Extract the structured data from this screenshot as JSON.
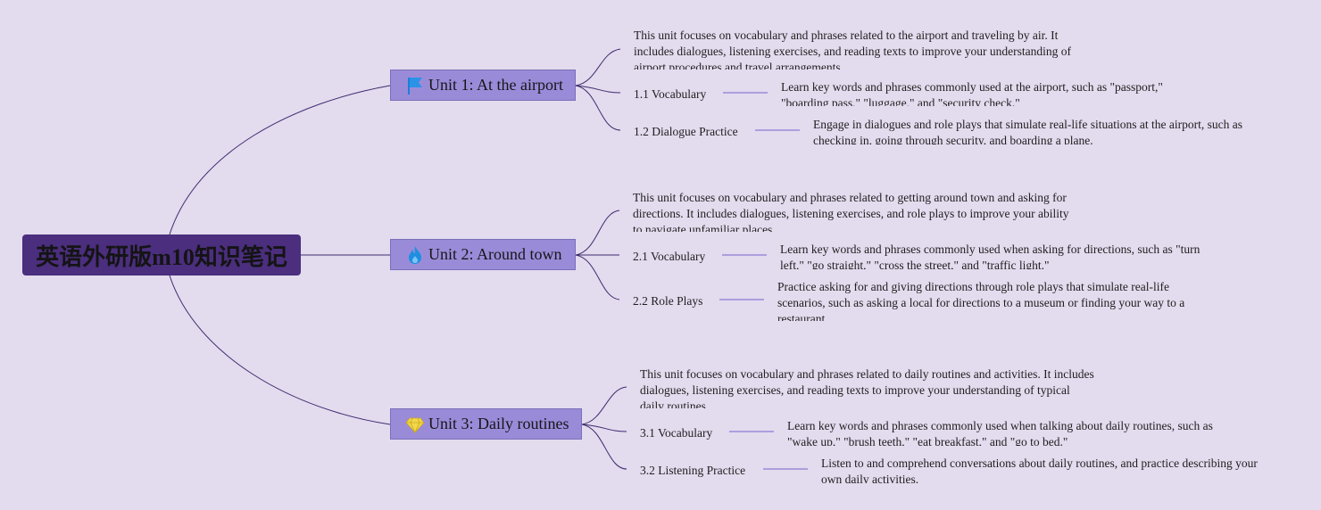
{
  "root": {
    "title": "英语外研版m10知识笔记"
  },
  "colors": {
    "background": "#e3dbee",
    "root_fill": "#4b2e7e",
    "unit_fill": "#9a8bd9",
    "line": "#3d2c6e"
  },
  "units": [
    {
      "title": "Unit 1: At the airport",
      "icon": "flag-icon",
      "summary": "This unit focuses on vocabulary and phrases related to the airport and traveling by air. It includes dialogues, listening exercises, and reading texts to improve your understanding of airport procedures and travel arrangements.",
      "topics": [
        {
          "label": "1.1 Vocabulary",
          "detail": "Learn key words and phrases commonly used at the airport, such as \"passport,\" \"boarding pass,\" \"luggage,\" and \"security check.\""
        },
        {
          "label": "1.2 Dialogue Practice",
          "detail": "Engage in dialogues and role plays that simulate real-life situations at the airport, such as checking in, going through security, and boarding a plane."
        }
      ]
    },
    {
      "title": "Unit 2: Around town",
      "icon": "fire-icon",
      "summary": "This unit focuses on vocabulary and phrases related to getting around town and asking for directions. It includes dialogues, listening exercises, and role plays to improve your ability to navigate unfamiliar places.",
      "topics": [
        {
          "label": "2.1 Vocabulary",
          "detail": "Learn key words and phrases commonly used when asking for directions, such as \"turn left,\" \"go straight,\" \"cross the street,\" and \"traffic light.\""
        },
        {
          "label": "2.2 Role Plays",
          "detail": "Practice asking for and giving directions through role plays that simulate real-life scenarios, such as asking a local for directions to a museum or finding your way to a restaurant."
        }
      ]
    },
    {
      "title": "Unit 3: Daily routines",
      "icon": "diamond-icon",
      "summary": "This unit focuses on vocabulary and phrases related to daily routines and activities. It includes dialogues, listening exercises, and reading texts to improve your understanding of typical daily routines.",
      "topics": [
        {
          "label": "3.1 Vocabulary",
          "detail": "Learn key words and phrases commonly used when talking about daily routines, such as \"wake up,\" \"brush teeth,\" \"eat breakfast,\" and \"go to bed.\""
        },
        {
          "label": "3.2 Listening Practice",
          "detail": "Listen to and comprehend conversations about daily routines, and practice describing your own daily activities."
        }
      ]
    }
  ]
}
